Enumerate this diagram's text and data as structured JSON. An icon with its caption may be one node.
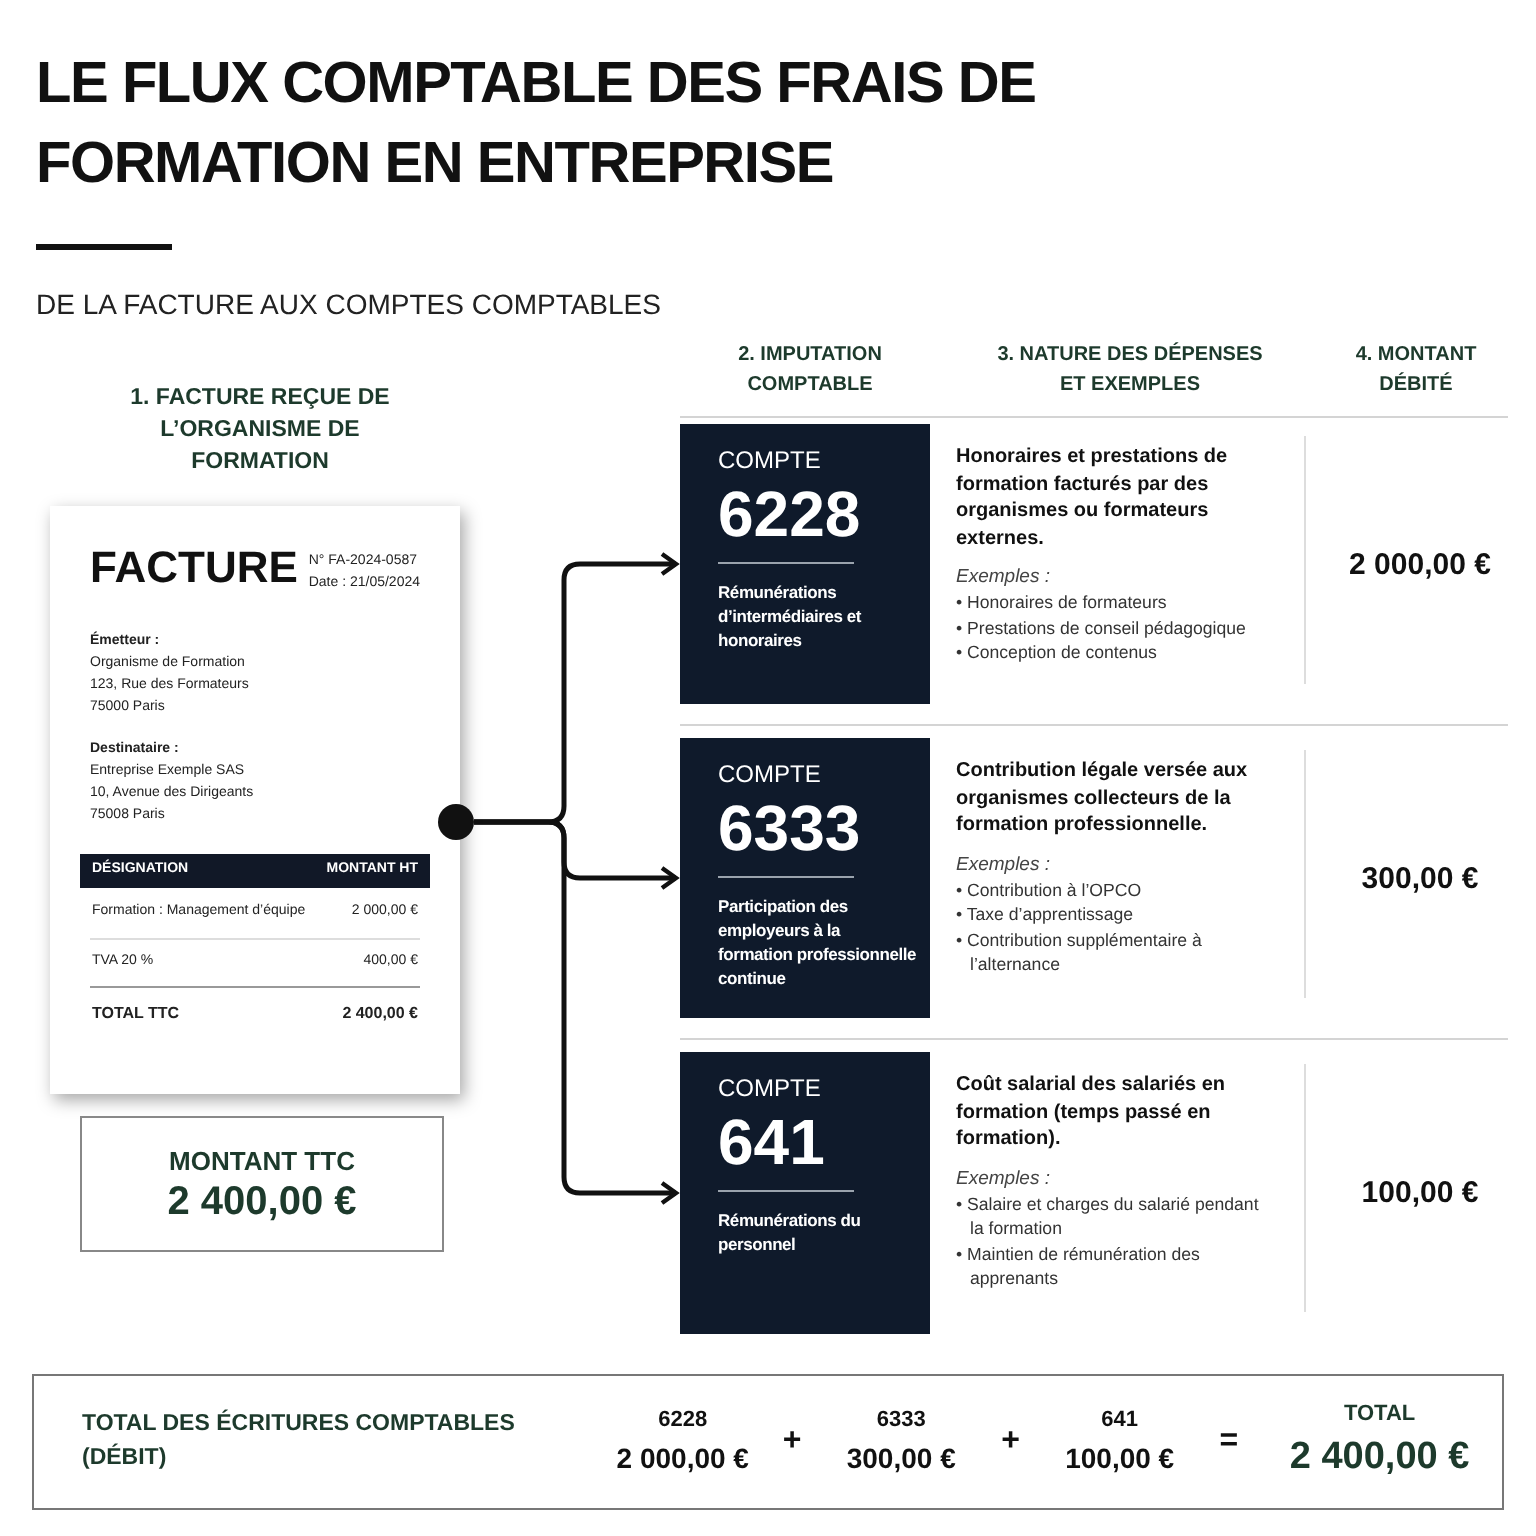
{
  "diagram": {
    "title": "LE FLUX COMPTABLE DES FRAIS DE FORMATION EN ENTREPRISE",
    "nodes": [
      {
        "text": [
          "FACTURE",
          "N° FA-2024-0587",
          "Date : 21/05/2024",
          "Émetteur :",
          "Organisme de Formation",
          "123, Rue des Formateurs",
          "75000 Paris",
          "Destinataire :",
          "Entreprise Exemple SAS",
          "10, Avenue des Dirigeants",
          "75008 Paris",
          "DÉSIGNATION",
          "MONTANT HT",
          "Formation : Management d’équipe",
          "2 000,00 €",
          "TVA 20 %",
          "400,00 €",
          "TOTAL TTC",
          "2 400,00 €"
        ]
      },
      {
        "text": [],
        "shape": "circle"
      },
      {
        "text": [
          "COMPTE",
          "6228",
          "Rémunérations d’intermédiaires et honoraires"
        ]
      },
      {
        "text": [
          "COMPTE",
          "6333",
          "Participation des employeurs à la formation professionnelle continue"
        ]
      },
      {
        "text": [
          "COMPTE",
          "641",
          "Rémunérations du personnel"
        ]
      },
      {
        "text": [
          "MONTANT TTC",
          "2 400,00 €"
        ]
      },
      {
        "text": [
          "TOTAL DES ÉCRITURES COMPTABLES (DÉBIT)",
          "6228",
          "2 000,00 €",
          "+",
          "6333",
          "300,00 €",
          "+",
          "641",
          "100,00 €",
          "=",
          "TOTAL",
          "2 400,00 €"
        ]
      }
    ],
    "edges": [
      {
        "from": 1,
        "to": 2,
        "arrow": "to"
      },
      {
        "from": 1,
        "to": 3,
        "arrow": "to"
      },
      {
        "from": 1,
        "to": 4,
        "arrow": "to"
      }
    ],
    "labels": [
      "DE LA FACTURE AUX COMPTES COMPTABLES",
      "1. FACTURE REÇUE DE L’ORGANISME DE FORMATION",
      "2. IMPUTATION COMPTABLE",
      "3. NATURE DES DÉPENSES ET EXEMPLES",
      "4. MONTANT DÉBITÉ",
      "Honoraires et prestations de formation facturés par des organismes ou formateurs externes.",
      "Exemples :",
      "• Honoraires de formateurs",
      "• Prestations de conseil pédagogique",
      "• Conception de contenus",
      "2 000,00 €",
      "Contribution légale versée aux organismes collecteurs de la formation professionnelle.",
      "Exemples :",
      "• Contribution à l’OPCO",
      "• Taxe d’apprentissage",
      "• Contribution supplémentaire à l’alternance",
      "300,00 €",
      "Coût salarial des salariés en formation (temps passé en formation).",
      "Exemples :",
      "• Salaire et charges du salarié pendant la formation",
      "• Maintien de rémunération des apprenants",
      "100,00 €"
    ]
  }
}
